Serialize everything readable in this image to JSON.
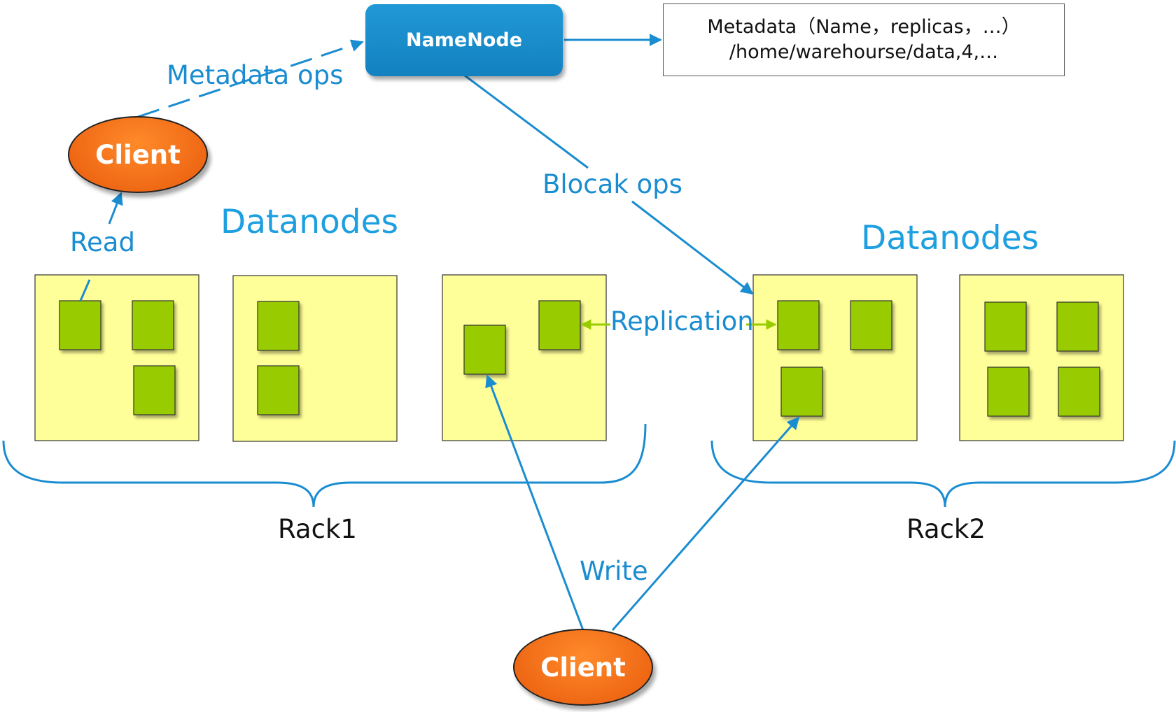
{
  "namenode": {
    "label": "NameNode"
  },
  "metadata_box": {
    "line1": "Metadata（Name，replicas，…）",
    "line2": "/home/warehourse/data,4,…"
  },
  "clients": {
    "top": "Client",
    "bottom": "Client"
  },
  "labels": {
    "metadata_ops": "Metadata ops",
    "block_ops": "Blocak ops",
    "read": "Read",
    "write": "Write",
    "replication": "Replication",
    "datanodes_left": "Datanodes",
    "datanodes_right": "Datanodes",
    "rack1": "Rack1",
    "rack2": "Rack2"
  },
  "colors": {
    "namenode_fill": "#1a8dcc",
    "client_fill": "#f26b12",
    "datanode_fill": "#ffff99",
    "block_fill": "#99cc00",
    "arrow_blue": "#1a8cd0",
    "replication_arrow": "#99cc00"
  }
}
